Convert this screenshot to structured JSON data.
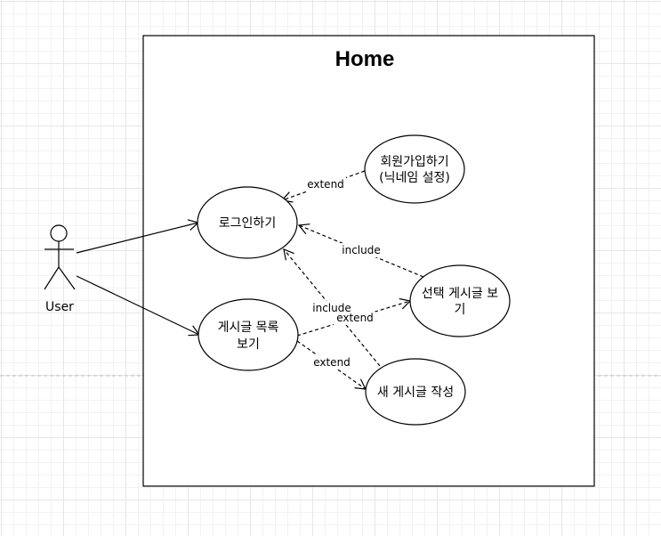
{
  "diagram": {
    "system": {
      "title": "Home"
    },
    "actor": {
      "name": "User"
    },
    "use_cases": {
      "login": {
        "lines": [
          "로그인하기"
        ]
      },
      "list": {
        "lines": [
          "게시글 목록",
          "보기"
        ]
      },
      "signup": {
        "lines": [
          "회원가입하기",
          "(닉네임 설정)"
        ]
      },
      "view": {
        "lines": [
          "선택 게시글 보",
          "기"
        ]
      },
      "write": {
        "lines": [
          "새 게시글 작성"
        ]
      }
    },
    "relations": {
      "signup_login": "extend",
      "view_login": "include",
      "write_login": "include",
      "list_view": "extend",
      "list_write": "extend"
    }
  }
}
